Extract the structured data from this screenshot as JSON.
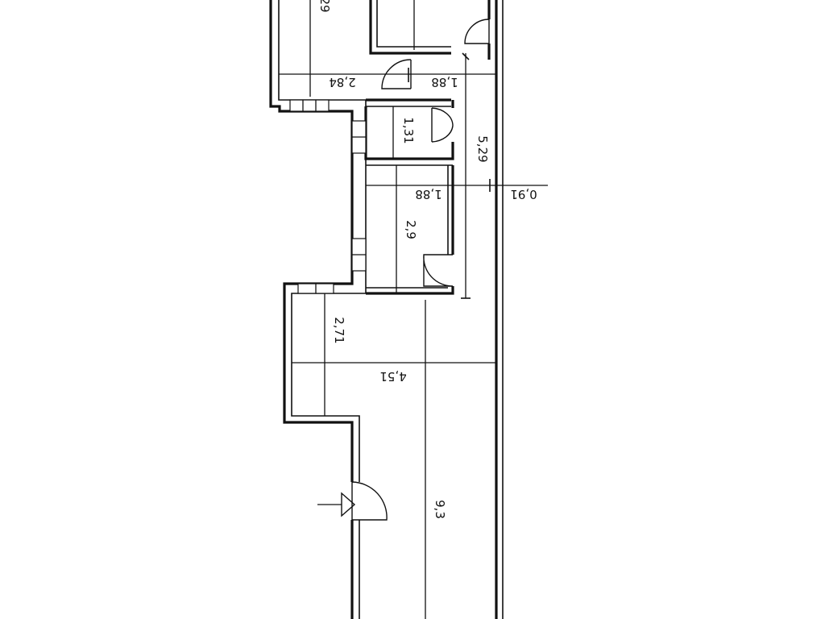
{
  "dimensions": {
    "top_room_height": "29",
    "upper_width": "2,84",
    "corridor_top_width": "1,88",
    "small_room_height": "1,31",
    "corridor_length": "5,29",
    "mid_room_width": "1,88",
    "outer_strip_width": "0,91",
    "mid_room_height": "2,9",
    "lower_room_height": "2,71",
    "lower_width": "4,51",
    "long_length": "9,3"
  }
}
